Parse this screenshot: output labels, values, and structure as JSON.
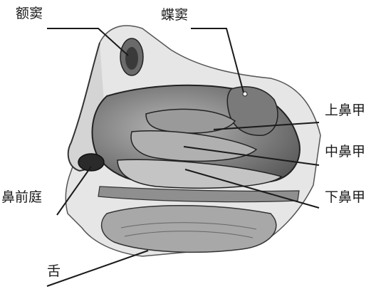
{
  "labels": {
    "frontal_sinus": "额窦",
    "sphenoid_sinus": "蝶窦",
    "superior_concha": "上鼻甲",
    "middle_concha": "中鼻甲",
    "inferior_concha": "下鼻甲",
    "nasal_vestibule": "鼻前庭",
    "tongue": "舌"
  }
}
